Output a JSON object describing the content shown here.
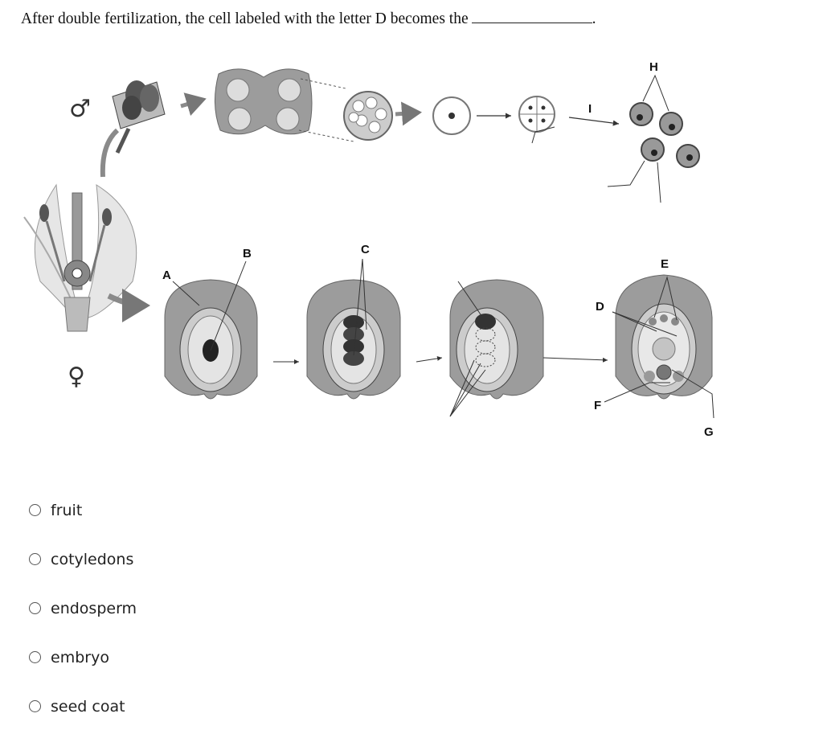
{
  "question": {
    "text": "After double fertilization, the cell labeled with the letter D becomes the",
    "end": "."
  },
  "diagram": {
    "labels": {
      "A": "A",
      "B": "B",
      "C": "C",
      "D": "D",
      "E": "E",
      "F": "F",
      "G": "G",
      "H": "H",
      "I": "I"
    },
    "male_symbol": "♂",
    "female_symbol": "♀"
  },
  "options": [
    {
      "label": "fruit"
    },
    {
      "label": "cotyledons"
    },
    {
      "label": "endosperm"
    },
    {
      "label": "embryo"
    },
    {
      "label": "seed coat"
    }
  ]
}
